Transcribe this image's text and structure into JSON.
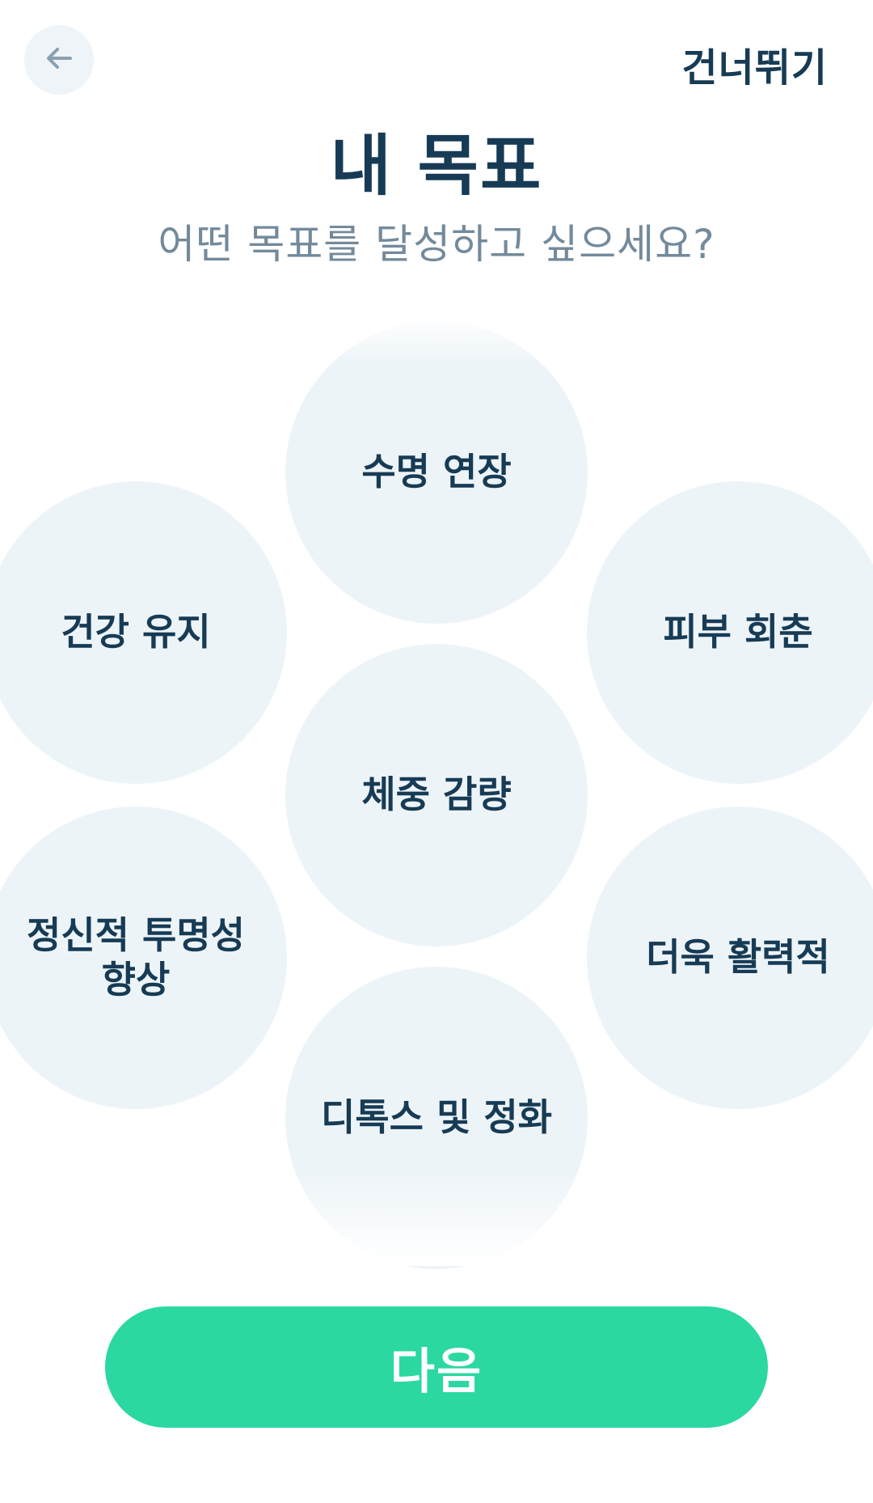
{
  "header": {
    "back_icon": "arrow-left-icon",
    "skip_label": "건너뛰기"
  },
  "title": "내 목표",
  "subtitle": "어떤 목표를 달성하고 싶으세요?",
  "goals": [
    {
      "label": "수명 연장"
    },
    {
      "label": "건강 유지"
    },
    {
      "label": "피부 회춘"
    },
    {
      "label": "체중 감량"
    },
    {
      "label": "정신적 투명성\n향상"
    },
    {
      "label": "더욱 활력적"
    },
    {
      "label": "디톡스 및 정화"
    }
  ],
  "next_label": "다음",
  "colors": {
    "accent": "#2bd8a1",
    "primary_text": "#173b55",
    "secondary_text": "#738a9b",
    "bubble": "#edf4f8"
  }
}
